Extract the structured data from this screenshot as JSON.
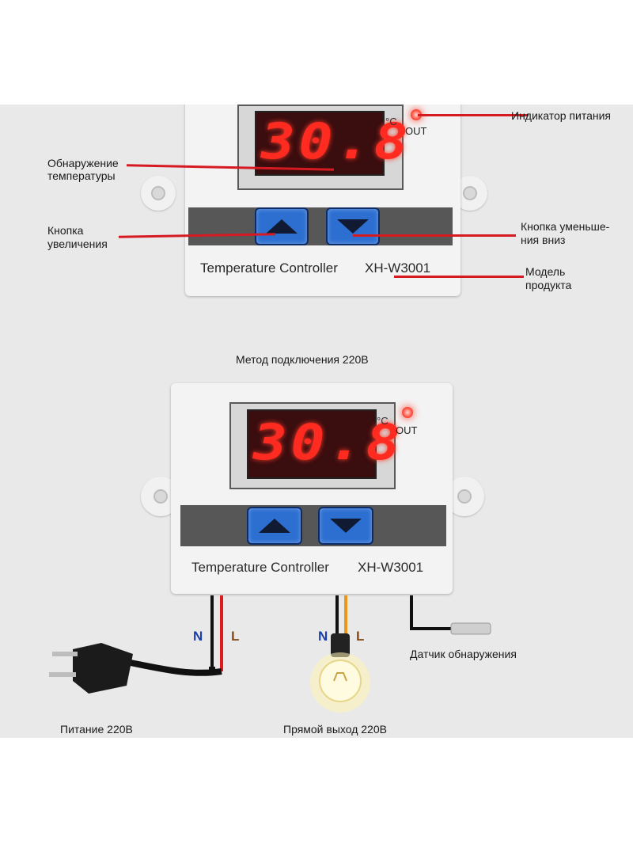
{
  "top_controller": {
    "display_value": "30.8",
    "unit": "°C",
    "out_label": "OUT",
    "title": "Temperature Controller",
    "model": "XH-W3001"
  },
  "callouts": {
    "power_indicator": "Индикатор питания",
    "temp_detection_1": "Обнаружение",
    "temp_detection_2": "температуры",
    "up_button_1": "Кнопка",
    "up_button_2": "увеличения",
    "down_button_1": "Кнопка уменьше-",
    "down_button_2": "ния вниз",
    "model_1": "Модель",
    "model_2": "продукта"
  },
  "wiring_title": "Метод подключения 220В",
  "bottom_controller": {
    "display_value": "30.8",
    "unit": "°C",
    "out_label": "OUT",
    "title": "Temperature Controller",
    "model": "XH-W3001"
  },
  "wiring": {
    "n_label": "N",
    "l_label": "L",
    "power_label": "Питание 220В",
    "output_label": "Прямой выход 220В",
    "sensor_label": "Датчик обнаружения"
  },
  "colors": {
    "callout_line": "#d61a22",
    "neutral_label": "#1a3ea8",
    "live_label": "#8b4a12",
    "digit_red": "#ff2a20",
    "button_blue": "#2d6fd1"
  }
}
